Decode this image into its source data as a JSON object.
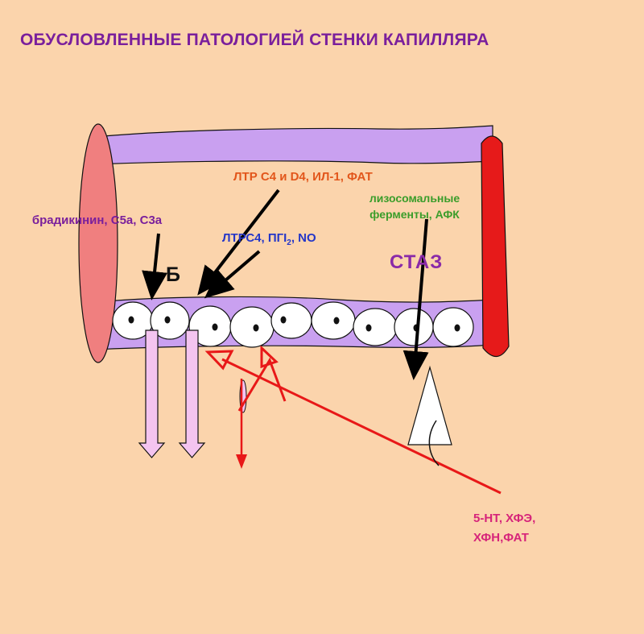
{
  "title": "ОБУСЛОВЛЕННЫЕ ПАТОЛОГИЕЙ СТЕНКИ КАПИЛЛЯРА",
  "labels": {
    "bradykinin": "брадикинин, С5а, С3а",
    "ltr_c4_d4": "ЛТР С4 и D4, ИЛ-1, ФАТ",
    "lysosomal": "лизосомальные ферменты, АФК",
    "ltrc4_prefix": "ЛТРС4, ПГI",
    "ltrc4_sub": "2",
    "ltrc4_suffix": ", NO",
    "stasis": "СТАЗ",
    "b_marker": "Б",
    "serotonin": "5-НТ, ХФЭ, ХФН,ФАТ"
  },
  "colors": {
    "background": "#fbd4ac",
    "vessel_wall": "#c9a0f0",
    "left_end": "#f07f7f",
    "right_end": "#e61a1a",
    "red_arrows": "#e81818",
    "black_arrows": "#000000",
    "pink_arrows": "#f4c4f0"
  }
}
